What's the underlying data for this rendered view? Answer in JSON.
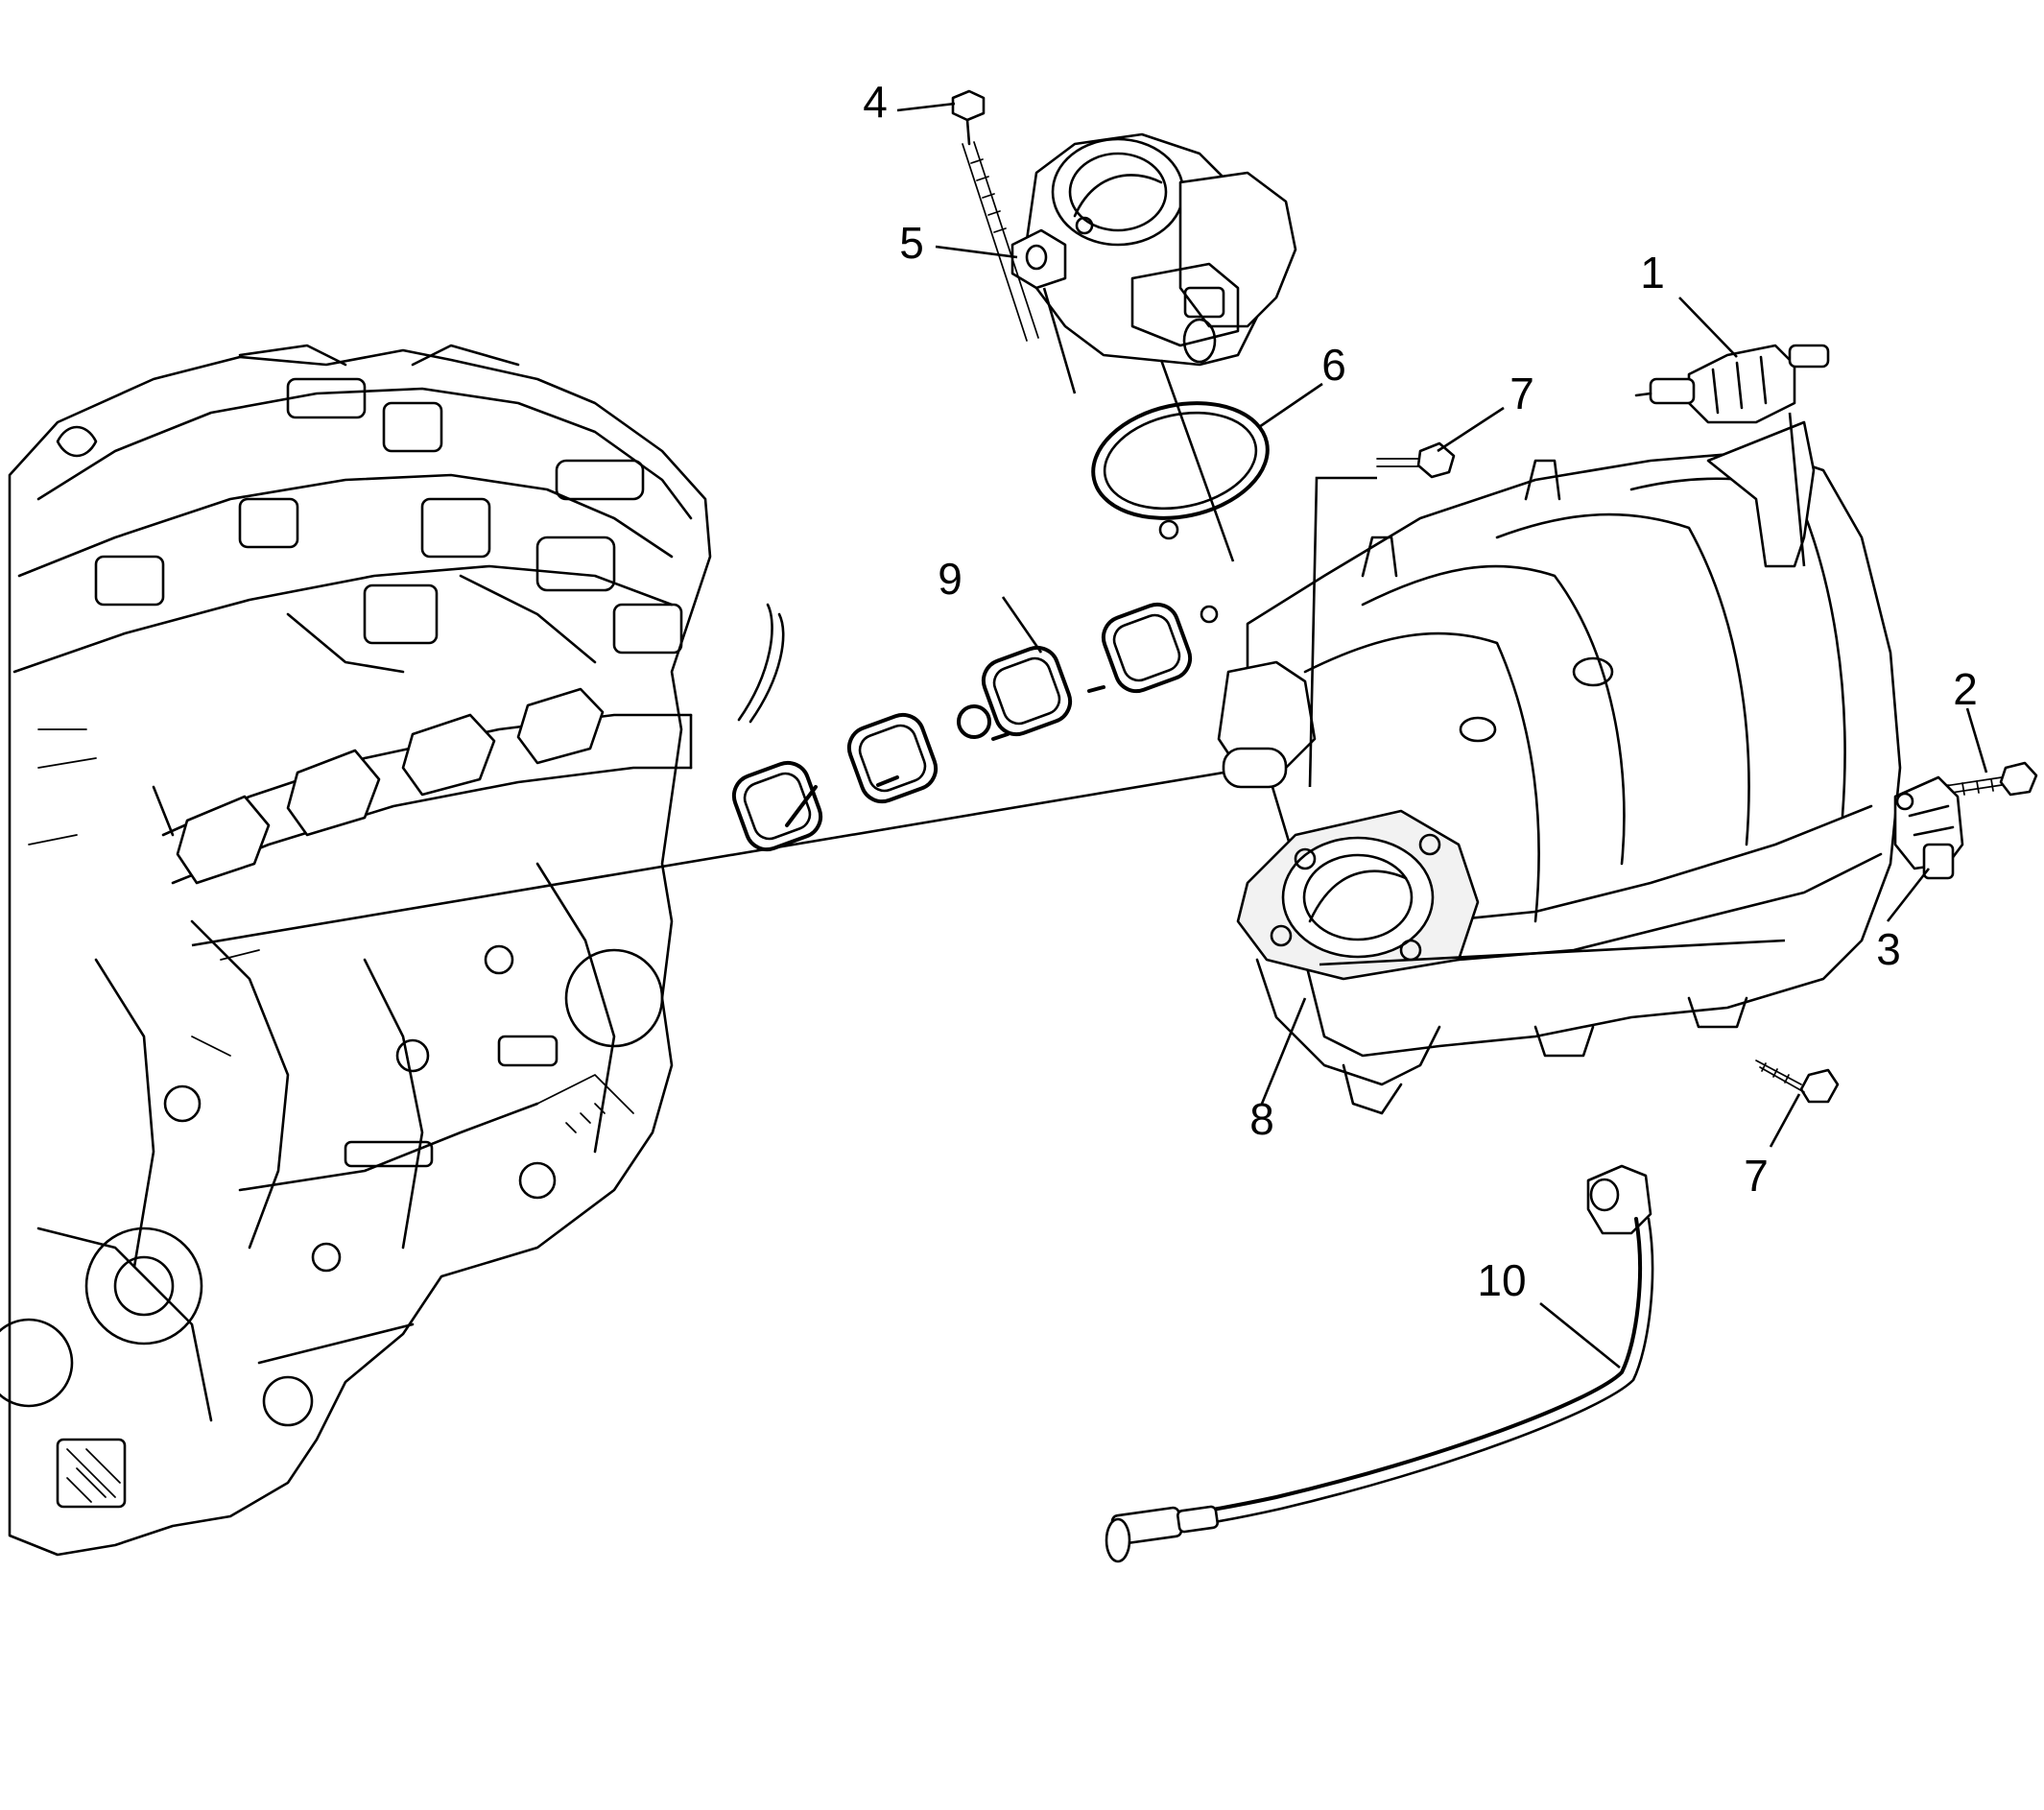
{
  "callouts": [
    {
      "id": "c1",
      "label": "1"
    },
    {
      "id": "c2",
      "label": "2"
    },
    {
      "id": "c3",
      "label": "3"
    },
    {
      "id": "c4",
      "label": "4"
    },
    {
      "id": "c5",
      "label": "5"
    },
    {
      "id": "c6",
      "label": "6"
    },
    {
      "id": "c7a",
      "label": "7"
    },
    {
      "id": "c7b",
      "label": "7"
    },
    {
      "id": "c8",
      "label": "8"
    },
    {
      "id": "c9",
      "label": "9"
    },
    {
      "id": "c10",
      "label": "10"
    }
  ],
  "colors": {
    "line": "#000000",
    "background": "#ffffff"
  }
}
